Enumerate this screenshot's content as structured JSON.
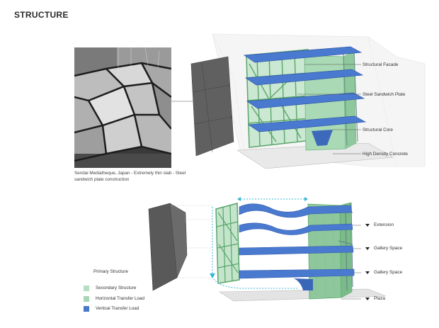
{
  "title": "STRUCTURE",
  "photo_caption": "Sendai Mediatheque, Japan  - Extremely thin slab - Steel sandwich plate construction",
  "upper_labels": {
    "facade": "Structural Facade",
    "plate": "Steel Sandwich Plate",
    "core": "Structural Core",
    "concrete": "High Density Concrete"
  },
  "lower_labels": {
    "extension": "Extension",
    "gallery1": "Gallery Space",
    "gallery2": "Gallery Space",
    "plaza": "Plaza"
  },
  "legend": {
    "title": "Primary Structure",
    "items": [
      {
        "label": "Secondary Structure",
        "color": "#b6dfc2"
      },
      {
        "label": "Horizontal Transfer Load",
        "color": "#a9d4b5"
      },
      {
        "label": "Vertical Transfer Load",
        "color": "#4a78c8"
      }
    ]
  },
  "colors": {
    "green": "#5aa66a",
    "green_light": "#bfe3c8",
    "blue": "#3f6fc4",
    "cyan": "#36b6d6",
    "dark_panel": "#5c5c5c"
  }
}
